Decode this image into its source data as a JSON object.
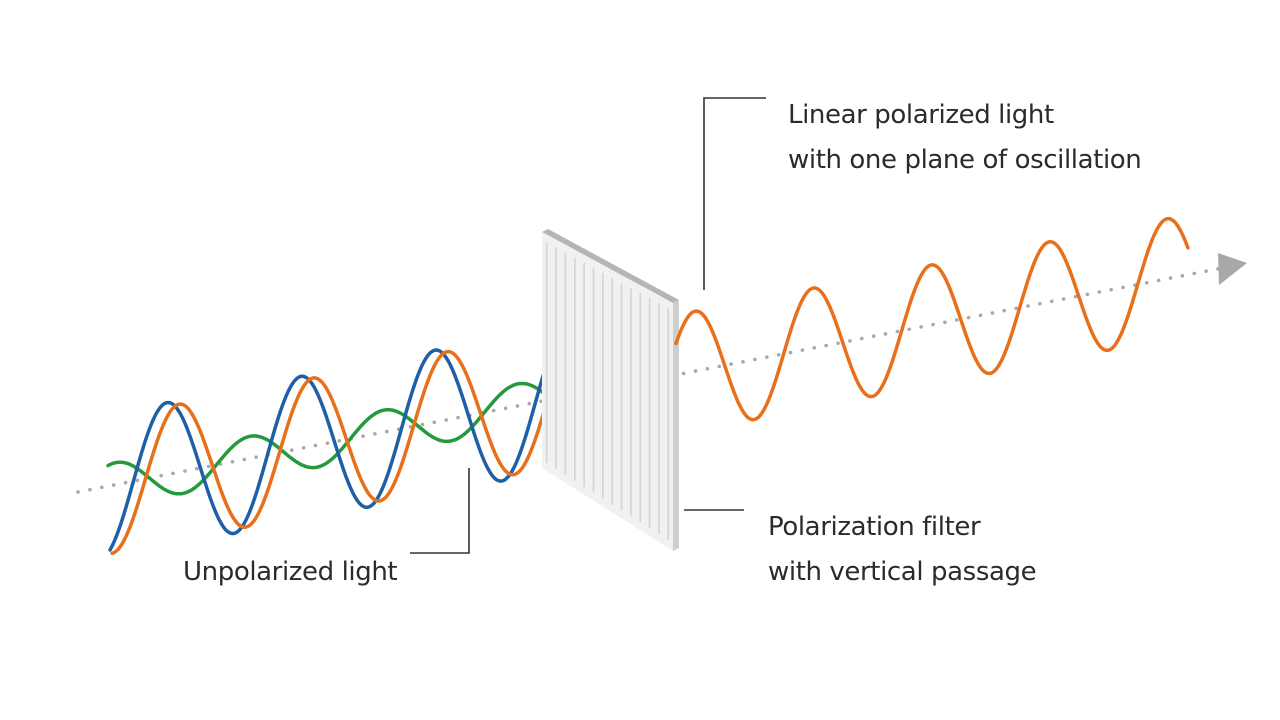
{
  "labels": {
    "linear_polarized": {
      "line1": "Linear polarized light",
      "line2": "with one plane of oscillation"
    },
    "unpolarized": {
      "line1": "Unpolarized light"
    },
    "filter": {
      "line1": "Polarization filter",
      "line2": "with vertical passage"
    }
  },
  "colors": {
    "orange_wave": "#e8701a",
    "blue_wave": "#1f5fa6",
    "green_wave": "#249a3c",
    "axis_dots": "#a8a8a8",
    "arrow_head": "#a8a8a8",
    "leader_lines": "#333333",
    "filter_face": "#f1f1f1",
    "filter_edge": "#d4d4d4",
    "filter_top": "#b5b5b5"
  },
  "icons": {
    "propagation": "arrow-right-icon"
  }
}
